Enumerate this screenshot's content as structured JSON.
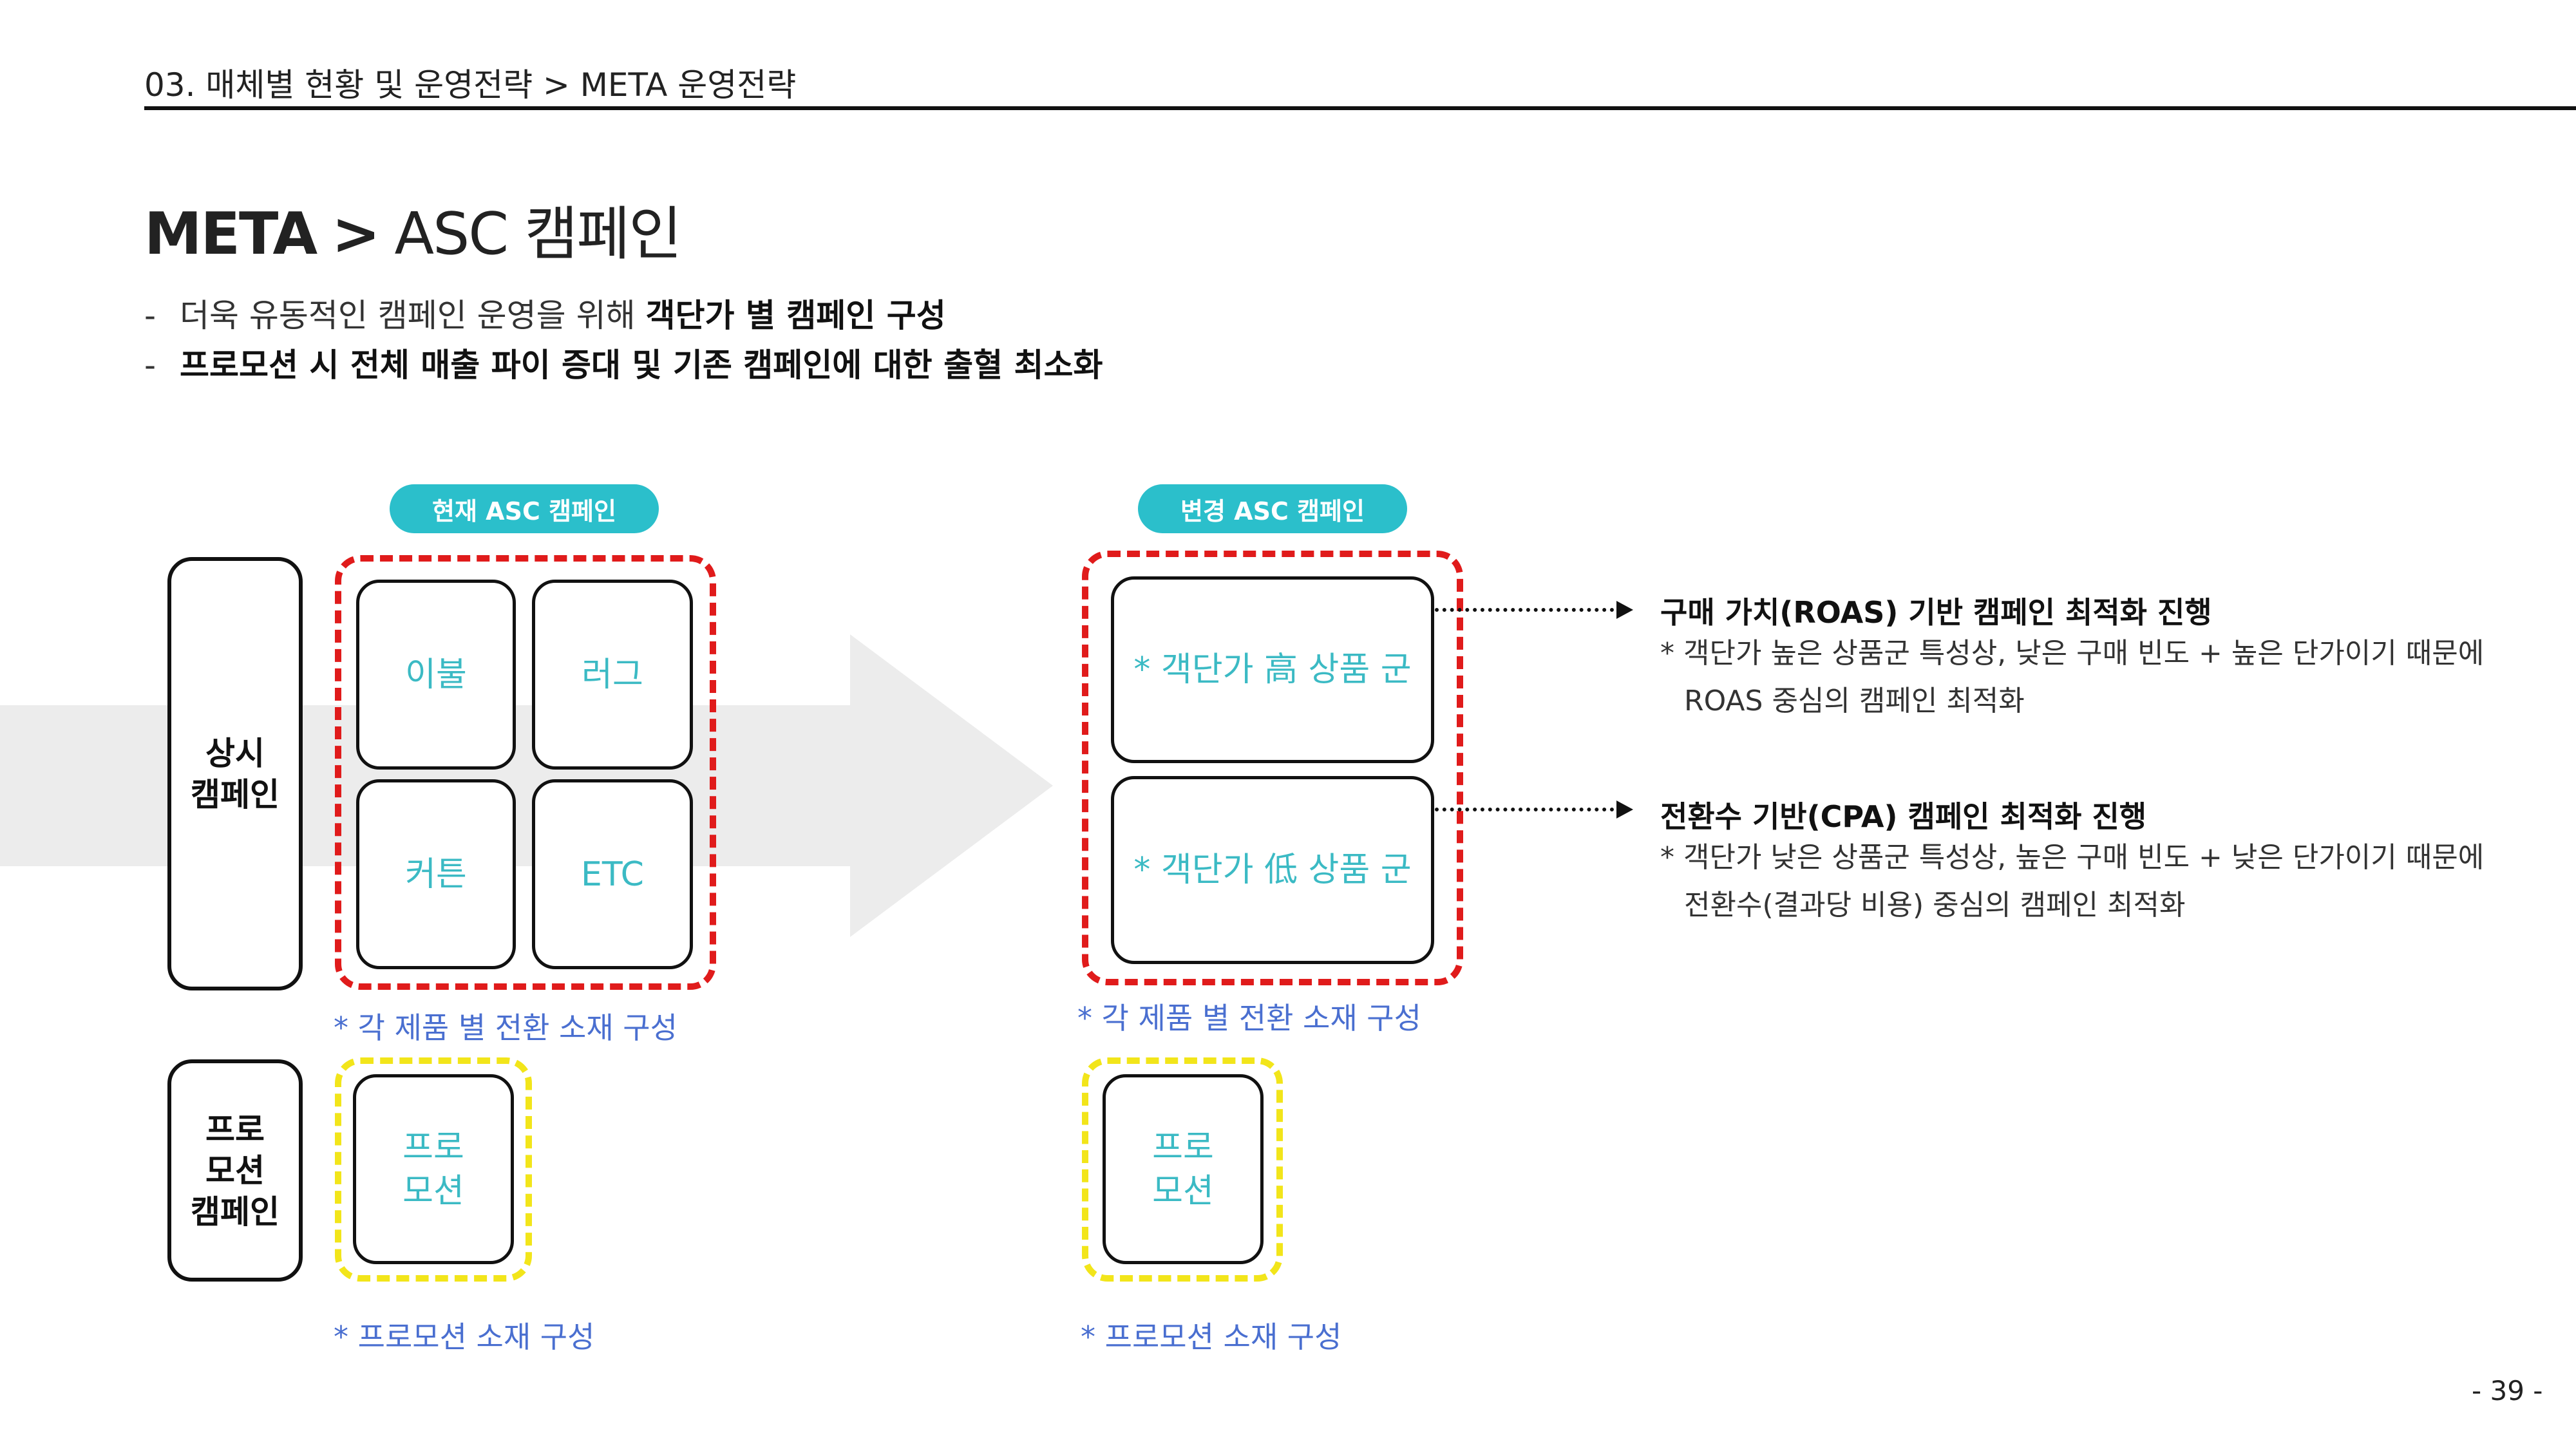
{
  "header": {
    "breadcrumb": "03. 매체별 현황 및 운영전략  >  META 운영전략"
  },
  "title": {
    "main": "META",
    "separator": ">",
    "sub": "ASC 캠페인"
  },
  "bullets": [
    {
      "dash": "-",
      "normal": "더욱 유동적인 캠페인 운영을 위해 ",
      "bold": "객단가 별 캠페인 구성"
    },
    {
      "dash": "-",
      "normal": "",
      "bold": "프로모션 시 전체 매출 파이 증대 및 기존 캠페인에 대한 출혈 최소화"
    }
  ],
  "row_labels": {
    "always": "상시\n캠페인",
    "promotion": "프로\n모션\n캠페인"
  },
  "current": {
    "pill": "현재 ASC 캠페인",
    "tiles": [
      "이불",
      "러그",
      "커튼",
      "ETC"
    ],
    "note": "* 각 제품 별 전환 소재 구성",
    "promo_tile": "프로\n모션",
    "promo_note": "* 프로모션 소재 구성"
  },
  "changed": {
    "pill": "변경 ASC 캠페인",
    "tiles": [
      "* 객단가 高 상품 군",
      "* 객단가 低 상품 군"
    ],
    "note": "* 각 제품 별 전환 소재 구성",
    "promo_tile": "프로\n모션",
    "promo_note": "* 프로모션 소재 구성"
  },
  "descriptions": [
    {
      "title": "구매 가치(ROAS) 기반 캠페인 최적화 진행",
      "line1": "* 객단가 높은 상품군 특성상, 낮은 구매 빈도 + 높은 단가이기 때문에",
      "line2": "ROAS 중심의 캠페인 최적화"
    },
    {
      "title": "전환수 기반(CPA) 캠페인 최적화 진행",
      "line1": "* 객단가 낮은 상품군 특성상, 높은 구매 빈도 + 낮은 단가이기 때문에",
      "line2": "전환수(결과당 비용) 중심의 캠페인 최적화"
    }
  ],
  "page_number": "- 39 -",
  "colors": {
    "accent_teal": "#2bbfcb",
    "tile_text": "#3bbac4",
    "note_blue": "#4a6fd0",
    "dashed_red": "#e01b1b",
    "dashed_yellow": "#f2e51a"
  }
}
